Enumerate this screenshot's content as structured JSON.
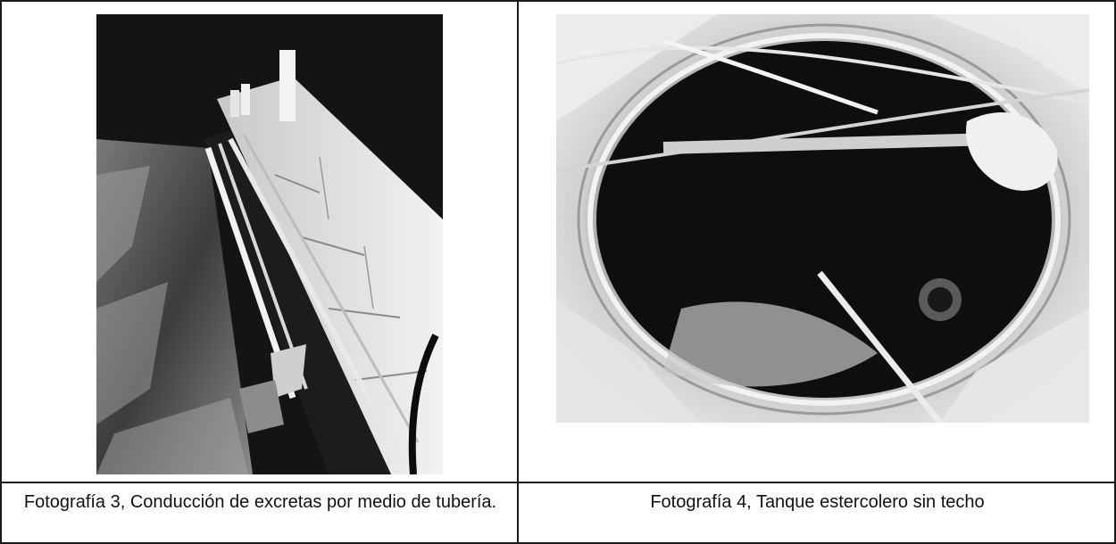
{
  "photos": [
    {
      "caption": "Fotografía 3, Conducción de excretas por medio de tubería.",
      "depicts": "pipes-along-wall"
    },
    {
      "caption": "Fotografía 4, Tanque estercolero sin techo",
      "depicts": "open-manure-tank"
    }
  ],
  "colors": {
    "border": "#1a1a1a",
    "text": "#111111"
  }
}
